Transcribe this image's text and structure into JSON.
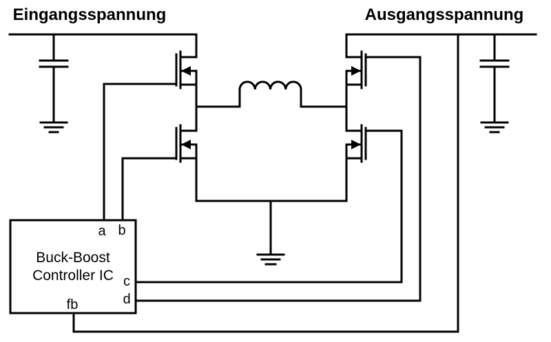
{
  "diagram": {
    "type": "circuit-schematic",
    "titles": {
      "input": "Eingangsspannung",
      "output": "Ausgangsspannung"
    },
    "controller": {
      "name_line1": "Buck-Boost",
      "name_line2": "Controller IC",
      "pins": {
        "a": "a",
        "b": "b",
        "c": "c",
        "d": "d",
        "fb": "fb"
      }
    },
    "components": {
      "inductor": "inductor",
      "input_capacitor": "capacitor-to-ground",
      "output_capacitor": "capacitor-to-ground",
      "mosfet_count": 4,
      "ground_count": 3
    },
    "colors": {
      "line": "#000000",
      "background": "#ffffff"
    }
  }
}
